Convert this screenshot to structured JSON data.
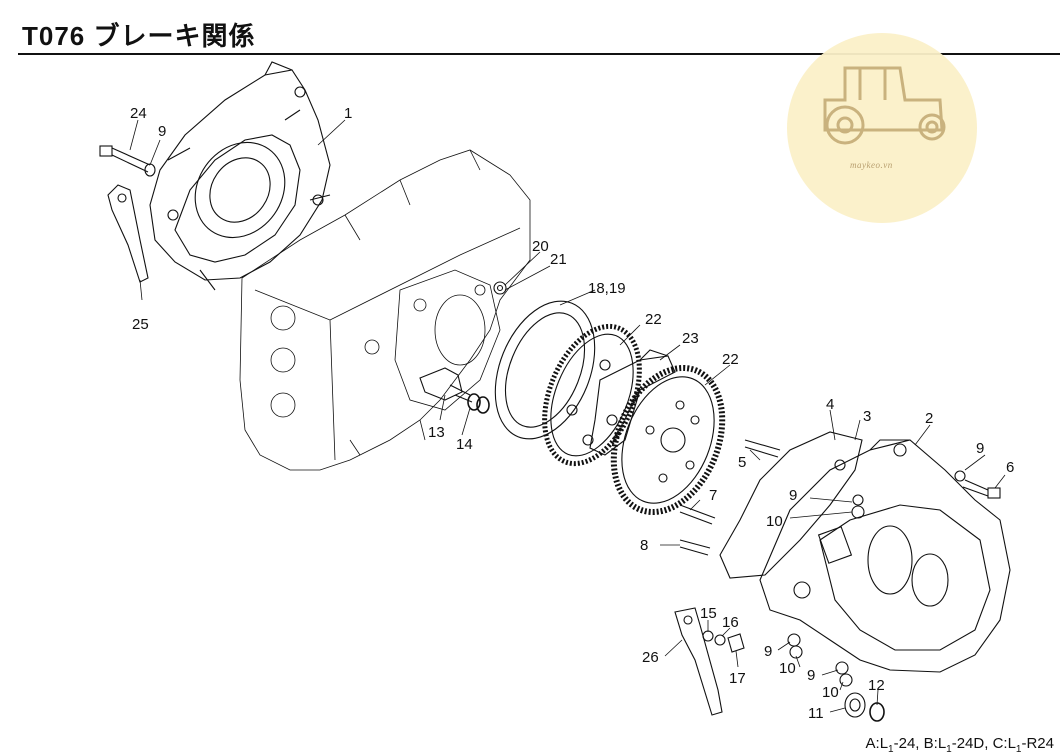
{
  "title": "T076 ブレーキ関係",
  "watermark": {
    "text": "maykeo.vn"
  },
  "callouts": [
    {
      "id": "c1",
      "label": "1"
    },
    {
      "id": "c2",
      "label": "2"
    },
    {
      "id": "c3",
      "label": "3"
    },
    {
      "id": "c4",
      "label": "4"
    },
    {
      "id": "c5",
      "label": "5"
    },
    {
      "id": "c6",
      "label": "6"
    },
    {
      "id": "c7",
      "label": "7"
    },
    {
      "id": "c8",
      "label": "8"
    },
    {
      "id": "c9a",
      "label": "9"
    },
    {
      "id": "c9b",
      "label": "9"
    },
    {
      "id": "c9c",
      "label": "9"
    },
    {
      "id": "c9d",
      "label": "9"
    },
    {
      "id": "c9e",
      "label": "9"
    },
    {
      "id": "c10a",
      "label": "10"
    },
    {
      "id": "c10b",
      "label": "10"
    },
    {
      "id": "c10c",
      "label": "10"
    },
    {
      "id": "c11",
      "label": "11"
    },
    {
      "id": "c12",
      "label": "12"
    },
    {
      "id": "c13",
      "label": "13"
    },
    {
      "id": "c14",
      "label": "14"
    },
    {
      "id": "c15",
      "label": "15"
    },
    {
      "id": "c16",
      "label": "16"
    },
    {
      "id": "c17",
      "label": "17"
    },
    {
      "id": "c1819",
      "label": "18,19"
    },
    {
      "id": "c20",
      "label": "20"
    },
    {
      "id": "c21",
      "label": "21"
    },
    {
      "id": "c22a",
      "label": "22"
    },
    {
      "id": "c22b",
      "label": "22"
    },
    {
      "id": "c23",
      "label": "23"
    },
    {
      "id": "c24",
      "label": "24"
    },
    {
      "id": "c25",
      "label": "25"
    },
    {
      "id": "c26",
      "label": "26"
    }
  ],
  "footer": {
    "a_prefix": "A:L",
    "a_sub": "1",
    "a_suffix": "-24,",
    "b_prefix": "B:L",
    "b_sub": "1",
    "b_suffix": "-24D,",
    "c_prefix": "C:L",
    "c_sub": "1",
    "c_suffix": "-R24"
  }
}
